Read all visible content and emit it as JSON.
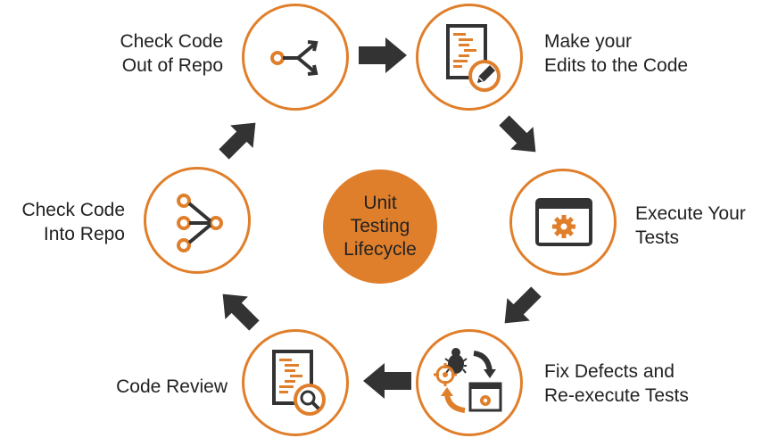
{
  "center": {
    "lines": [
      "Unit",
      "Testing",
      "Lifecycle"
    ]
  },
  "steps": [
    {
      "lines": [
        "Check Code",
        "Out of Repo"
      ],
      "icon": "branch-icon"
    },
    {
      "lines": [
        "Make your",
        "Edits to the Code"
      ],
      "icon": "edit-code-icon"
    },
    {
      "lines": [
        "Execute Your",
        "Tests"
      ],
      "icon": "run-tests-icon"
    },
    {
      "lines": [
        "Fix Defects and",
        "Re-execute Tests"
      ],
      "icon": "fix-defects-icon"
    },
    {
      "lines": [
        "Code Review"
      ],
      "icon": "code-review-icon"
    },
    {
      "lines": [
        "Check Code",
        "Into Repo"
      ],
      "icon": "merge-icon"
    }
  ],
  "colors": {
    "accent": "#e07f2b",
    "arrow": "#333333",
    "text": "#222222"
  }
}
